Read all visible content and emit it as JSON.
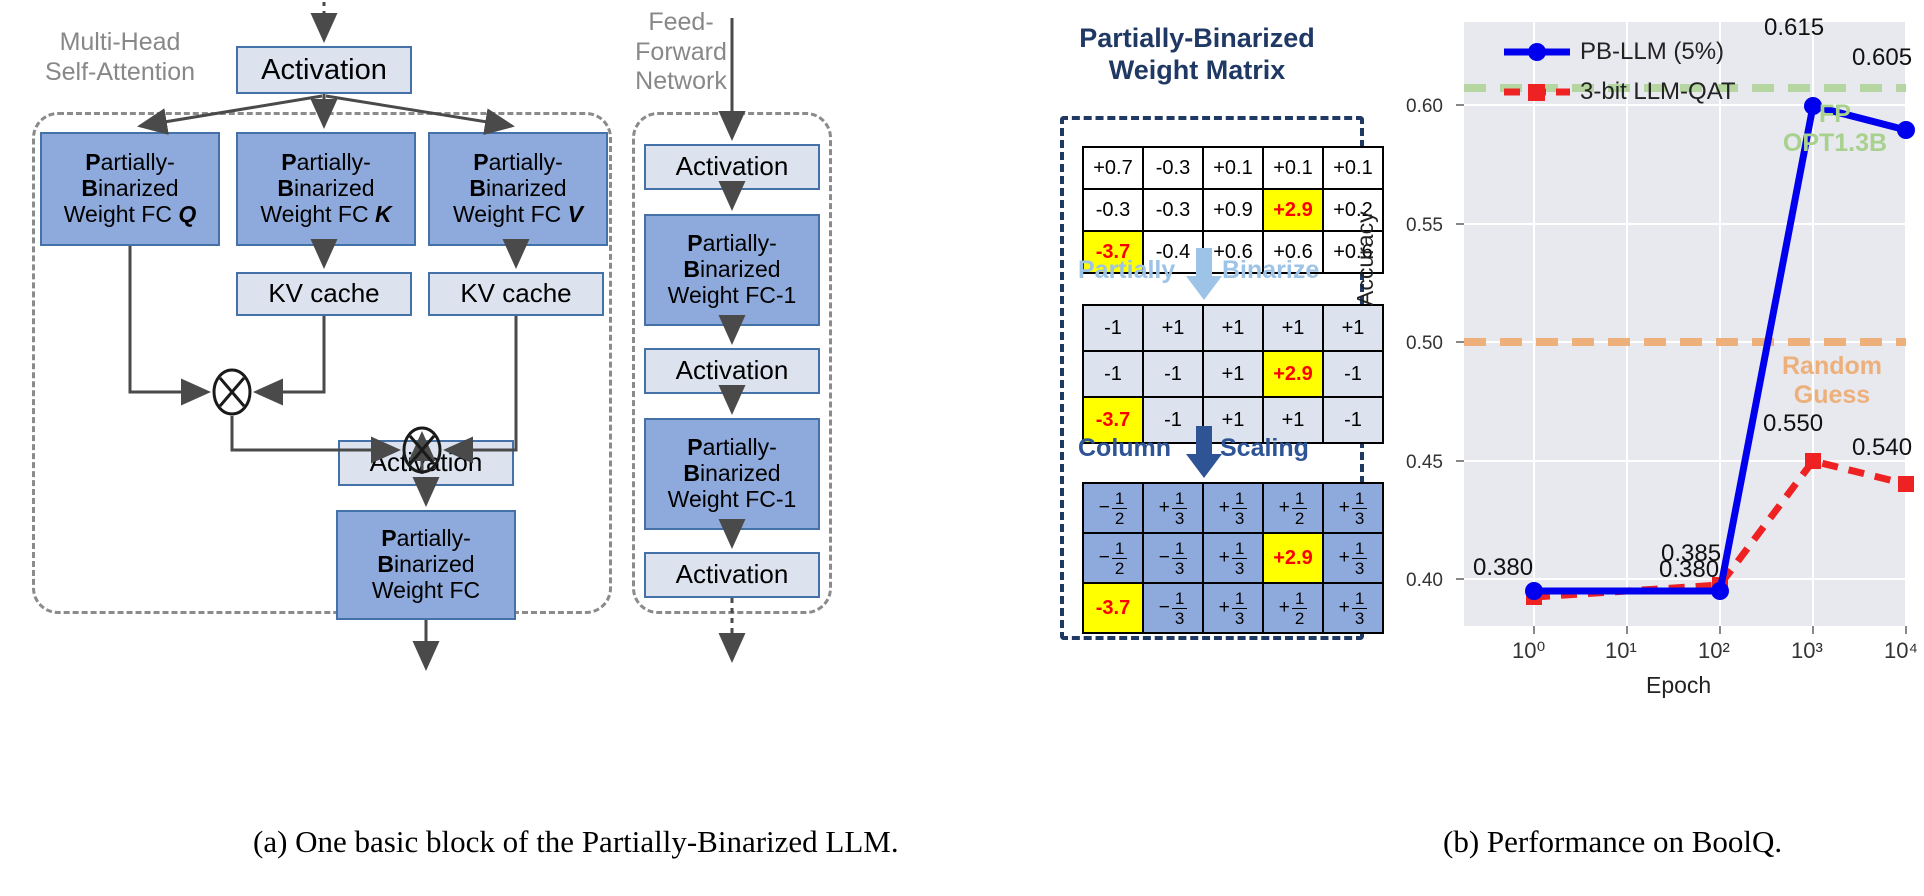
{
  "figure": {
    "caption_a": "(a) One basic block of the Partially-Binarized LLM.",
    "caption_b": "(b) Performance on BoolQ."
  },
  "panel_a": {
    "attention_group_label": "Multi-Head\nSelf-Attention",
    "ffn_group_label": "Feed-\nForward\nNetwork",
    "boxes": {
      "top_activation": "Activation",
      "fc_q": {
        "l1": "P",
        "l1b": "artially-",
        "l2": "B",
        "l2b": "inarized",
        "l3": "Weight FC ",
        "l3i": "Q"
      },
      "fc_k": {
        "l1": "P",
        "l1b": "artially-",
        "l2": "B",
        "l2b": "inarized",
        "l3": "Weight FC ",
        "l3i": "K"
      },
      "fc_v": {
        "l1": "P",
        "l1b": "artially-",
        "l2": "B",
        "l2b": "inarized",
        "l3": "Weight FC ",
        "l3i": "V"
      },
      "kv_cache_1": "KV cache",
      "kv_cache_2": "KV cache",
      "mid_activation": "Activation",
      "out_fc": {
        "l1": "P",
        "l1b": "artially-",
        "l2": "B",
        "l2b": "inarized",
        "l3": "Weight FC",
        "l3i": ""
      },
      "ffn_act_1": "Activation",
      "ffn_fc_1": {
        "l1": "P",
        "l1b": "artially-",
        "l2": "B",
        "l2b": "inarized",
        "l3": "Weight FC-1",
        "l3i": ""
      },
      "ffn_act_2": "Activation",
      "ffn_fc_2": {
        "l1": "P",
        "l1b": "artially-",
        "l2": "B",
        "l2b": "inarized",
        "l3": "Weight FC-1",
        "l3i": ""
      },
      "ffn_act_3": "Activation"
    },
    "operator_symbol": "multiply-cross"
  },
  "panel_matrix": {
    "title": "Partially-Binarized\nWeight Matrix",
    "step_labels": {
      "binarize_left": "Partially",
      "binarize_right": "Binarize",
      "scaling_left": "Column",
      "scaling_right": "Scaling"
    },
    "matrix_original": [
      [
        {
          "t": "+0.7"
        },
        {
          "t": "-0.3"
        },
        {
          "t": "+0.1"
        },
        {
          "t": "+0.1"
        },
        {
          "t": "+0.1"
        }
      ],
      [
        {
          "t": "-0.3"
        },
        {
          "t": "-0.3"
        },
        {
          "t": "+0.9"
        },
        {
          "t": "+2.9",
          "hl": true
        },
        {
          "t": "+0.2"
        }
      ],
      [
        {
          "t": "-3.7",
          "hl": true
        },
        {
          "t": "-0.4"
        },
        {
          "t": "+0.6"
        },
        {
          "t": "+0.6"
        },
        {
          "t": "+0.6"
        }
      ]
    ],
    "matrix_binarized": [
      [
        {
          "t": "-1"
        },
        {
          "t": "+1"
        },
        {
          "t": "+1"
        },
        {
          "t": "+1"
        },
        {
          "t": "+1"
        }
      ],
      [
        {
          "t": "-1"
        },
        {
          "t": "-1"
        },
        {
          "t": "+1"
        },
        {
          "t": "+2.9",
          "hl": true
        },
        {
          "t": "-1"
        }
      ],
      [
        {
          "t": "-3.7",
          "hl": true
        },
        {
          "t": "-1"
        },
        {
          "t": "+1"
        },
        {
          "t": "+1"
        },
        {
          "t": "-1"
        }
      ]
    ],
    "matrix_scaled": [
      [
        {
          "s": "−",
          "n": "1",
          "d": "2"
        },
        {
          "s": "+",
          "n": "1",
          "d": "3"
        },
        {
          "s": "+",
          "n": "1",
          "d": "3"
        },
        {
          "s": "+",
          "n": "1",
          "d": "2"
        },
        {
          "s": "+",
          "n": "1",
          "d": "3"
        }
      ],
      [
        {
          "s": "−",
          "n": "1",
          "d": "2"
        },
        {
          "s": "−",
          "n": "1",
          "d": "3"
        },
        {
          "s": "+",
          "n": "1",
          "d": "3"
        },
        {
          "t": "+2.9",
          "hl": true
        },
        {
          "s": "+",
          "n": "1",
          "d": "3"
        }
      ],
      [
        {
          "t": "-3.7",
          "hl": true
        },
        {
          "s": "−",
          "n": "1",
          "d": "3"
        },
        {
          "s": "+",
          "n": "1",
          "d": "3"
        },
        {
          "s": "+",
          "n": "1",
          "d": "2"
        },
        {
          "s": "+",
          "n": "1",
          "d": "3"
        }
      ]
    ]
  },
  "chart_data": {
    "type": "line",
    "title": "",
    "xlabel": "Epoch",
    "ylabel": "Accuracy",
    "xscale": "log",
    "xlim": [
      0.5,
      30000
    ],
    "ylim": [
      0.3715,
      0.6255
    ],
    "xticks": [
      "10⁰",
      "10¹",
      "10²",
      "10³",
      "10⁴"
    ],
    "xtick_values": [
      1,
      10,
      100,
      1000,
      10000
    ],
    "yticks": [
      "0.40",
      "0.45",
      "0.50",
      "0.55",
      "0.60"
    ],
    "ytick_values": [
      0.4,
      0.45,
      0.5,
      0.55,
      0.6
    ],
    "grid": true,
    "legend_position": "upper left",
    "series": [
      {
        "name": "PB-LLM (5%)",
        "color": "#0000ee",
        "style": "solid",
        "marker": "circle",
        "x": [
          1,
          100,
          1000,
          10000
        ],
        "values": [
          0.38,
          0.38,
          0.615,
          0.605
        ],
        "point_labels": [
          "0.380",
          "0.380",
          "0.615",
          "0.605"
        ]
      },
      {
        "name": "3-bit LLM-QAT",
        "color": "#ee2222",
        "style": "dashed",
        "marker": "square",
        "x": [
          1,
          100,
          1000,
          10000
        ],
        "values": [
          0.378,
          0.385,
          0.55,
          0.54
        ],
        "point_labels": [
          "0.380",
          "0.385",
          "0.550",
          "0.540"
        ]
      }
    ],
    "hlines": [
      {
        "name": "FP OPT1.3B",
        "label": "FP\nOPT1.3B",
        "value": 0.607,
        "color": "#b5d6a0",
        "style": "dashed"
      },
      {
        "name": "Random Guess",
        "label": "Random\nGuess",
        "value": 0.5,
        "color": "#edb07a",
        "style": "dashed"
      }
    ]
  }
}
